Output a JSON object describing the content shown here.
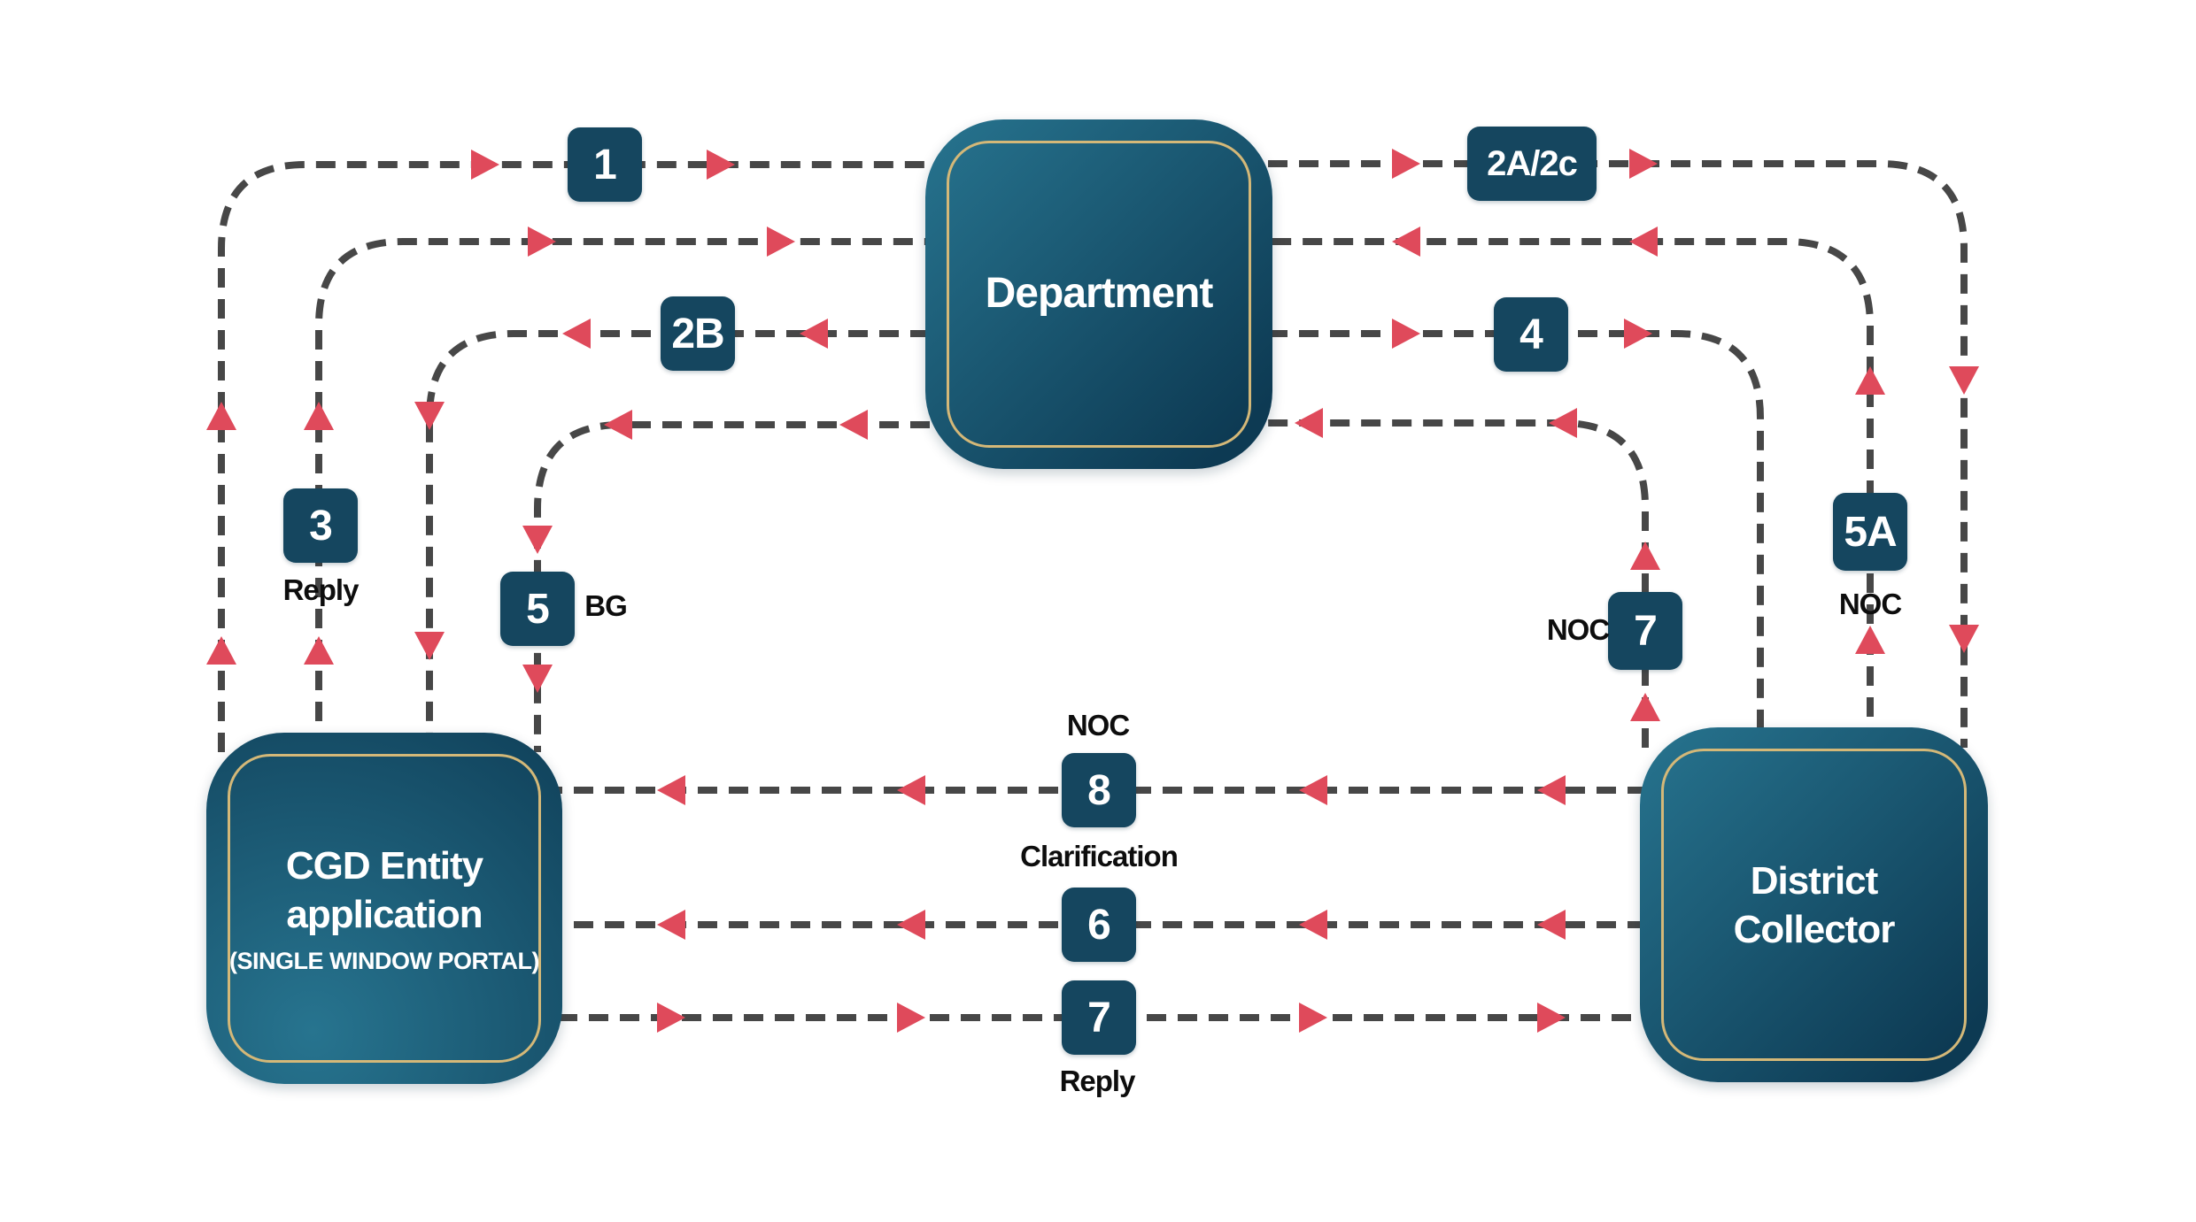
{
  "colors": {
    "--dash": "#474747",
    "--red": "#df4a5b",
    "--chip": "#15465f",
    "--gold": "#d4b878",
    "--ink": "#0d0d0d",
    "--node-light": "#27748f",
    "--node-dark": "#0d3a53"
  },
  "nodes": {
    "department": {
      "title": "Department"
    },
    "cgd": {
      "title_line1": "CGD Entity",
      "title_line2": "application",
      "subtitle": "(SINGLE WINDOW PORTAL)"
    },
    "collector": {
      "title_line1": "District",
      "title_line2": "Collector"
    }
  },
  "steps": {
    "s1": "1",
    "s2a2c": "2A/2c",
    "s2b": "2B",
    "s3": "3",
    "s4": "4",
    "s5": "5",
    "s5a": "5A",
    "s7_noc": "7",
    "s8": "8",
    "s6": "6",
    "s7_reply": "7"
  },
  "annotations": {
    "reply_left": "Reply",
    "bg": "BG",
    "noc_7": "NOC",
    "noc_5a": "NOC",
    "noc_8": "NOC",
    "clarification": "Clarification",
    "reply_bottom": "Reply"
  }
}
